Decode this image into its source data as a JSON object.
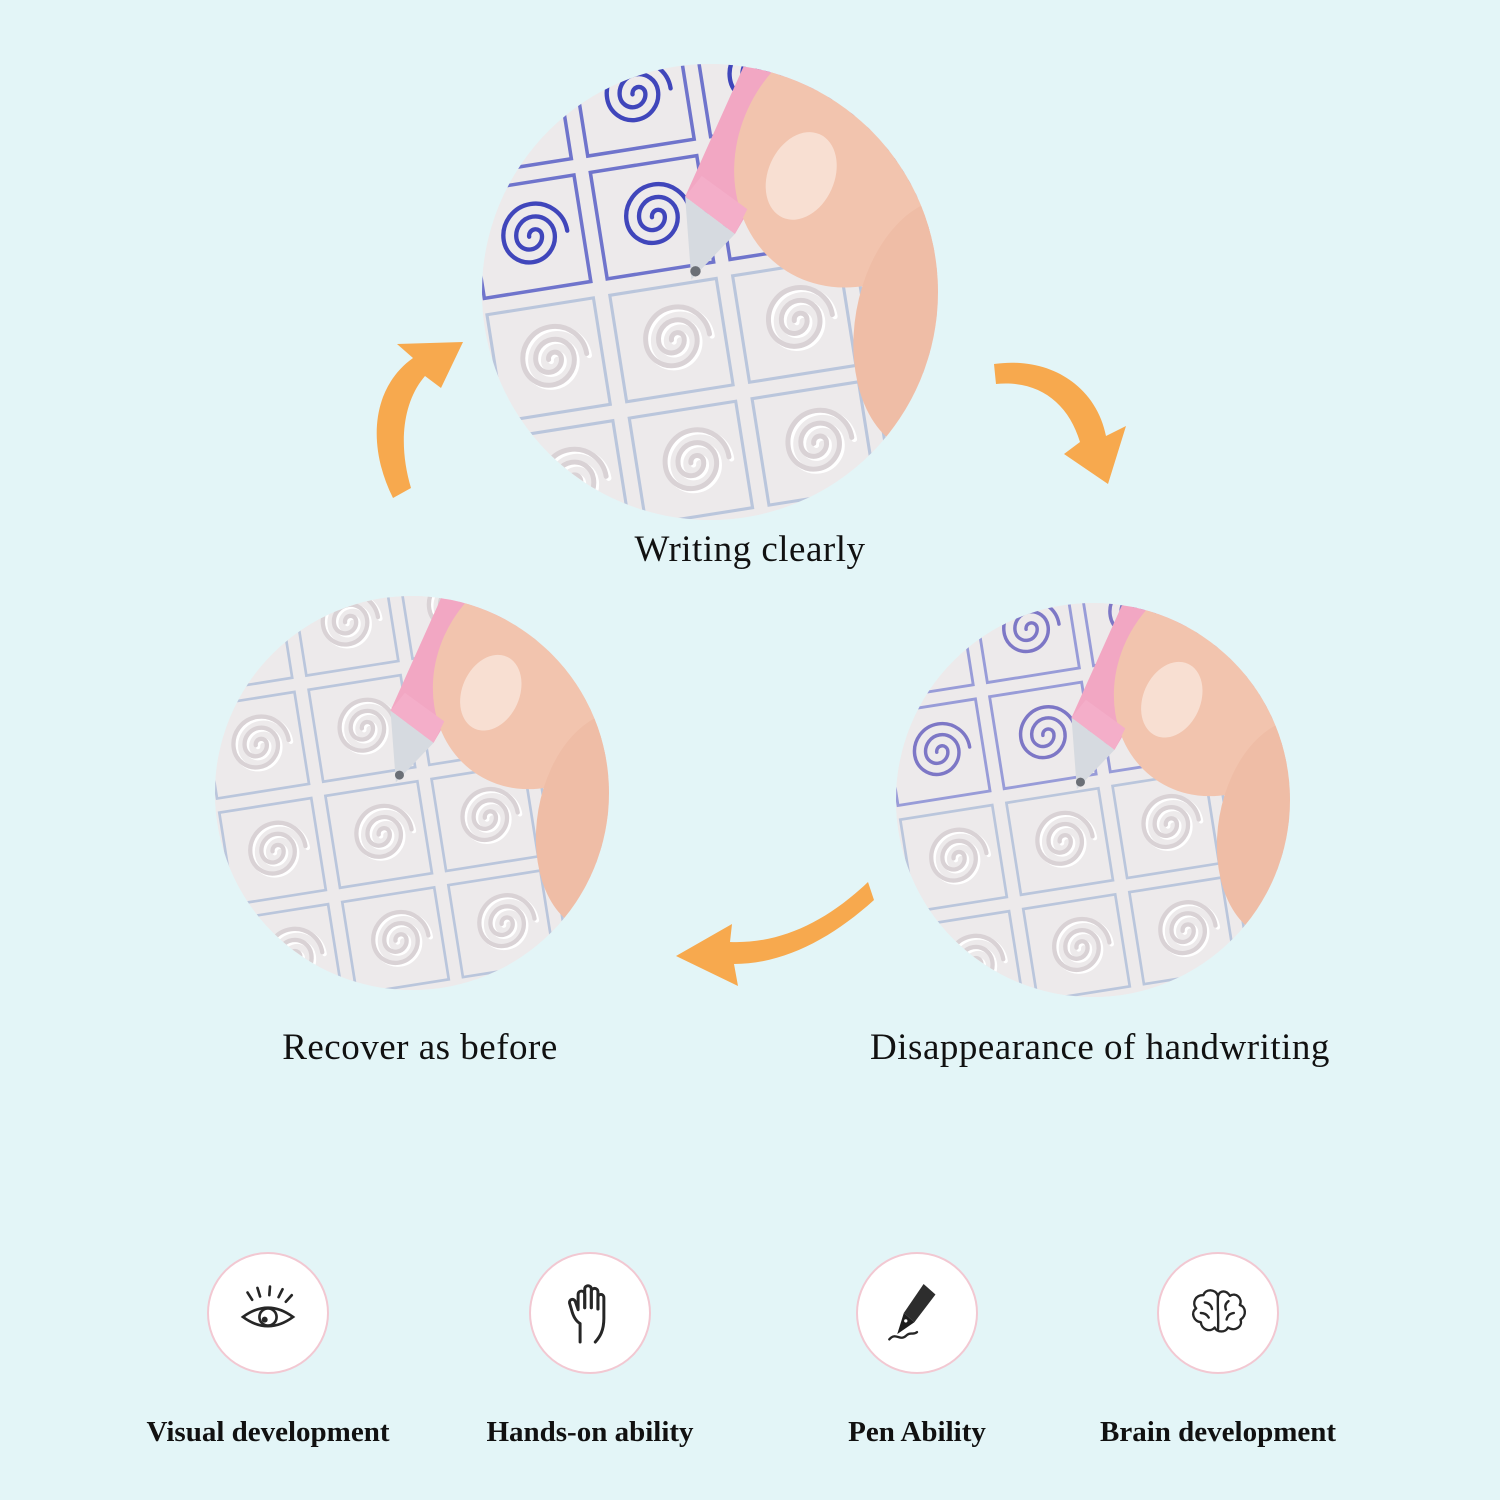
{
  "cycle": {
    "steps": [
      {
        "id": "writing-clearly",
        "label": "Writing clearly"
      },
      {
        "id": "disappearance",
        "label": "Disappearance of handwriting"
      },
      {
        "id": "recover",
        "label": "Recover as before"
      }
    ]
  },
  "features": [
    {
      "icon": "eye-icon",
      "label": "Visual development"
    },
    {
      "icon": "hand-icon",
      "label": "Hands-on ability"
    },
    {
      "icon": "pen-icon",
      "label": "Pen Ability"
    },
    {
      "icon": "brain-icon",
      "label": "Brain development"
    }
  ],
  "colors": {
    "background": "#e3f5f7",
    "arrow": "#f7a94e",
    "ink_blue": "#4046bb",
    "ink_purple": "#7d77c6",
    "paper": "#edeaeb",
    "emboss_gray": "#d9d2d5",
    "grid_blue": "#bac6dc",
    "feature_circle_border": "#f2c8d2",
    "pen_pink": "#f2a7c3",
    "skin": "#f2c4ae"
  }
}
